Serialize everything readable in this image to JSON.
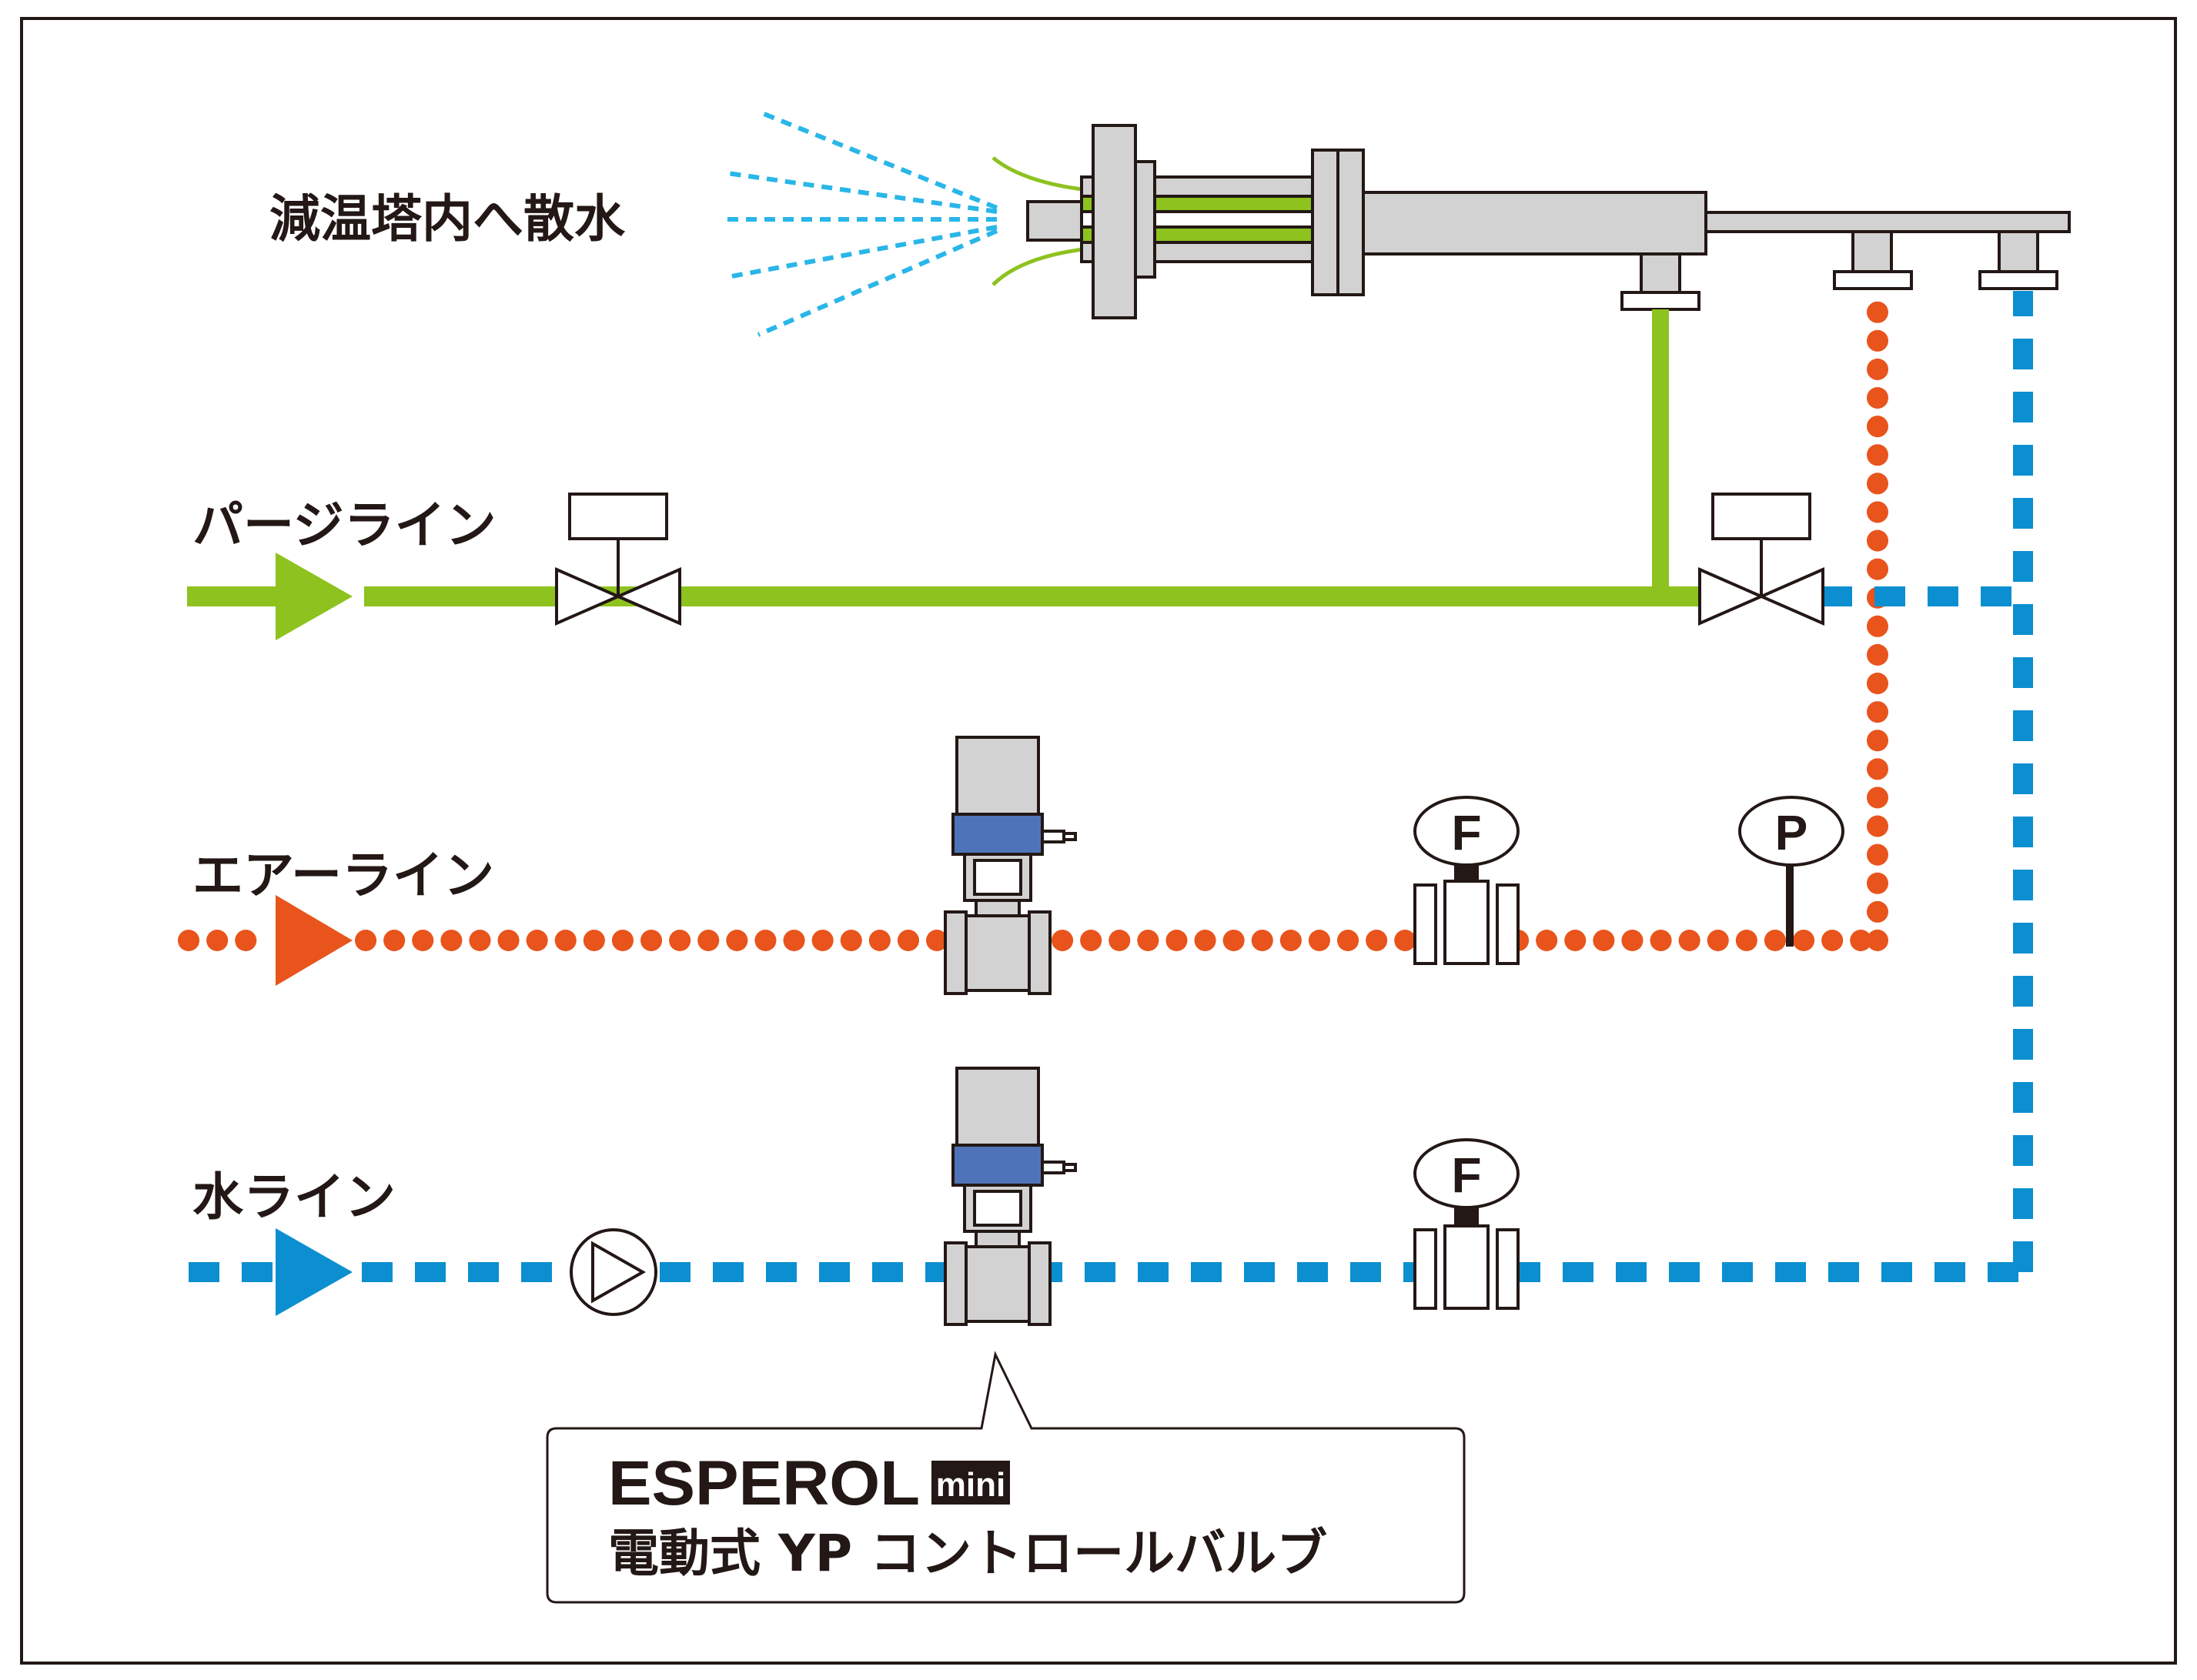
{
  "labels": {
    "spray_into_tower": "減温塔内へ散水",
    "purge_line": "パージライン",
    "air_line": "エアーライン",
    "water_line": "水ライン"
  },
  "instruments": {
    "flow_meter_air": "F",
    "pressure_gauge": "P",
    "flow_meter_water": "F"
  },
  "callout": {
    "brand": "ESPEROL",
    "brand_badge": "mini",
    "product": "電動式 YP コントロールバルブ"
  },
  "colors": {
    "purge": "#8dc21f",
    "air": "#e8541c",
    "water": "#0b8fd0",
    "spray": "#29b6e8",
    "gray": "#d2d2d2",
    "actuator_band": "#4f73b8",
    "ink": "#231815"
  }
}
